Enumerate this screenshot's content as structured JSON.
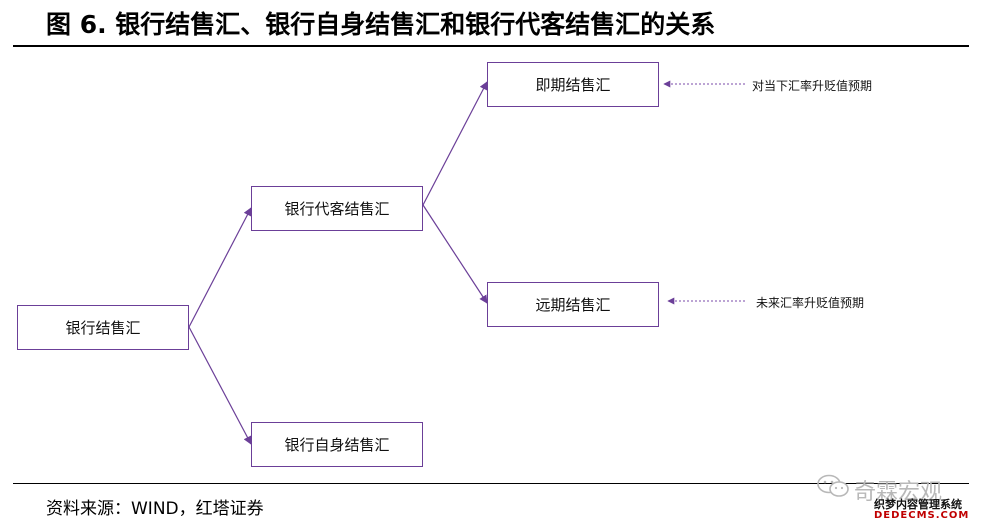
{
  "title": "图 6. 银行结售汇、银行自身结售汇和银行代客结售汇的关系",
  "nodes": {
    "root": "银行结售汇",
    "agency": "银行代客结售汇",
    "own": "银行自身结售汇",
    "spot": "即期结售汇",
    "forward": "远期结售汇"
  },
  "notes": {
    "spot": "对当下汇率升贬值预期",
    "forward": "未来汇率升贬值预期"
  },
  "source": "资料来源：WIND，红塔证券",
  "watermark": {
    "name": "奇霖宏观",
    "line1": "织梦内容管理系统",
    "line2": "DEDECMS.COM"
  },
  "colors": {
    "line": "#6b3f98",
    "dotted": "#7a4aa8"
  }
}
